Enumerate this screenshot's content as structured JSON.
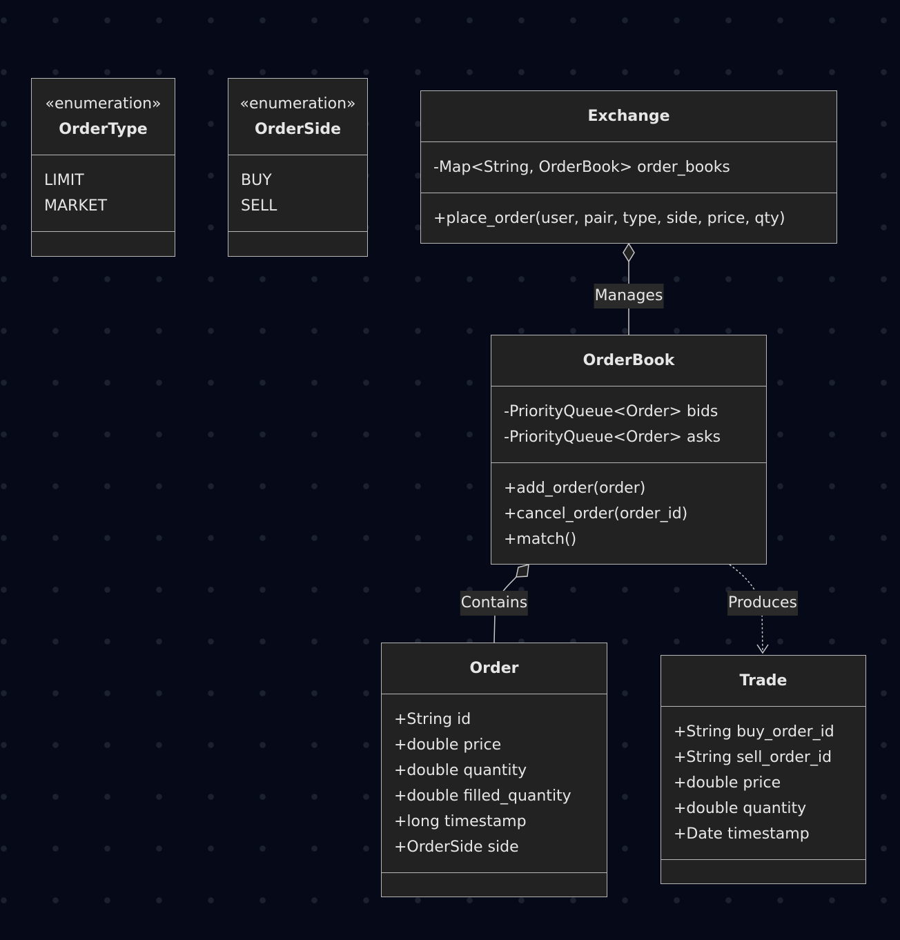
{
  "classes": {
    "ordertype": {
      "stereotype": "«enumeration»",
      "name": "OrderType",
      "attributes": [
        "LIMIT",
        "MARKET"
      ],
      "methods": []
    },
    "orderside": {
      "stereotype": "«enumeration»",
      "name": "OrderSide",
      "attributes": [
        "BUY",
        "SELL"
      ],
      "methods": []
    },
    "exchange": {
      "name": "Exchange",
      "attributes": [
        "-Map<String, OrderBook> order_books"
      ],
      "methods": [
        "+place_order(user, pair, type, side, price, qty)"
      ]
    },
    "orderbook": {
      "name": "OrderBook",
      "attributes": [
        "-PriorityQueue<Order> bids",
        "-PriorityQueue<Order> asks"
      ],
      "methods": [
        "+add_order(order)",
        "+cancel_order(order_id)",
        "+match()"
      ]
    },
    "order": {
      "name": "Order",
      "attributes": [
        "+String id",
        "+double price",
        "+double quantity",
        "+double filled_quantity",
        "+long timestamp",
        "+OrderSide side"
      ],
      "methods": []
    },
    "trade": {
      "name": "Trade",
      "attributes": [
        "+String buy_order_id",
        "+String sell_order_id",
        "+double price",
        "+double quantity",
        "+Date timestamp"
      ],
      "methods": []
    }
  },
  "relations": {
    "manages": {
      "label": "Manages",
      "from": "Exchange",
      "to": "OrderBook",
      "kind": "aggregation"
    },
    "contains": {
      "label": "Contains",
      "from": "OrderBook",
      "to": "Order",
      "kind": "aggregation"
    },
    "produces": {
      "label": "Produces",
      "from": "OrderBook",
      "to": "Trade",
      "kind": "dependency"
    }
  }
}
